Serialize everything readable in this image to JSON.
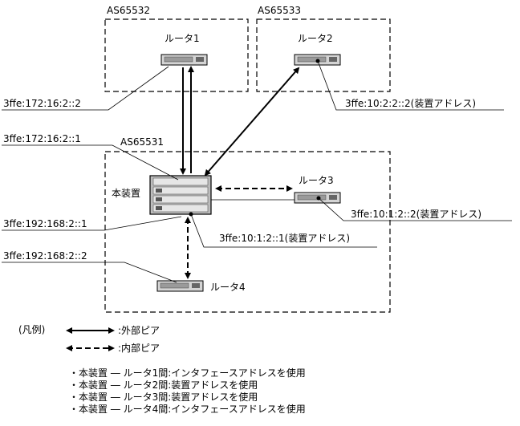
{
  "as_labels": {
    "as1": "AS65532",
    "as2": "AS65533",
    "as3": "AS65531"
  },
  "devices": {
    "router1": "ルータ1",
    "router2": "ルータ2",
    "router3": "ルータ3",
    "router4": "ルータ4",
    "main": "本装置"
  },
  "addresses": {
    "r1": "3ffe:172:16:2::2",
    "r2": "3ffe:10:2:2::2(装置アドレス)",
    "main_r1": "3ffe:172:16:2::1",
    "main_r4": "3ffe:192:168:2::1",
    "r3": "3ffe:10:1:2::2(装置アドレス)",
    "main_dev": "3ffe:10:1:2::1(装置アドレス)",
    "r4": "3ffe:192:168:2::2"
  },
  "legend": {
    "title": "(凡例)",
    "external": ":外部ピア",
    "internal": ":内部ピア"
  },
  "notes": [
    "・本装置 ― ルータ1間:インタフェースアドレスを使用",
    "・本装置 ― ルータ2間:装置アドレスを使用",
    "・本装置 ― ルータ3間:装置アドレスを使用",
    "・本装置 ― ルータ4間:インタフェースアドレスを使用"
  ]
}
